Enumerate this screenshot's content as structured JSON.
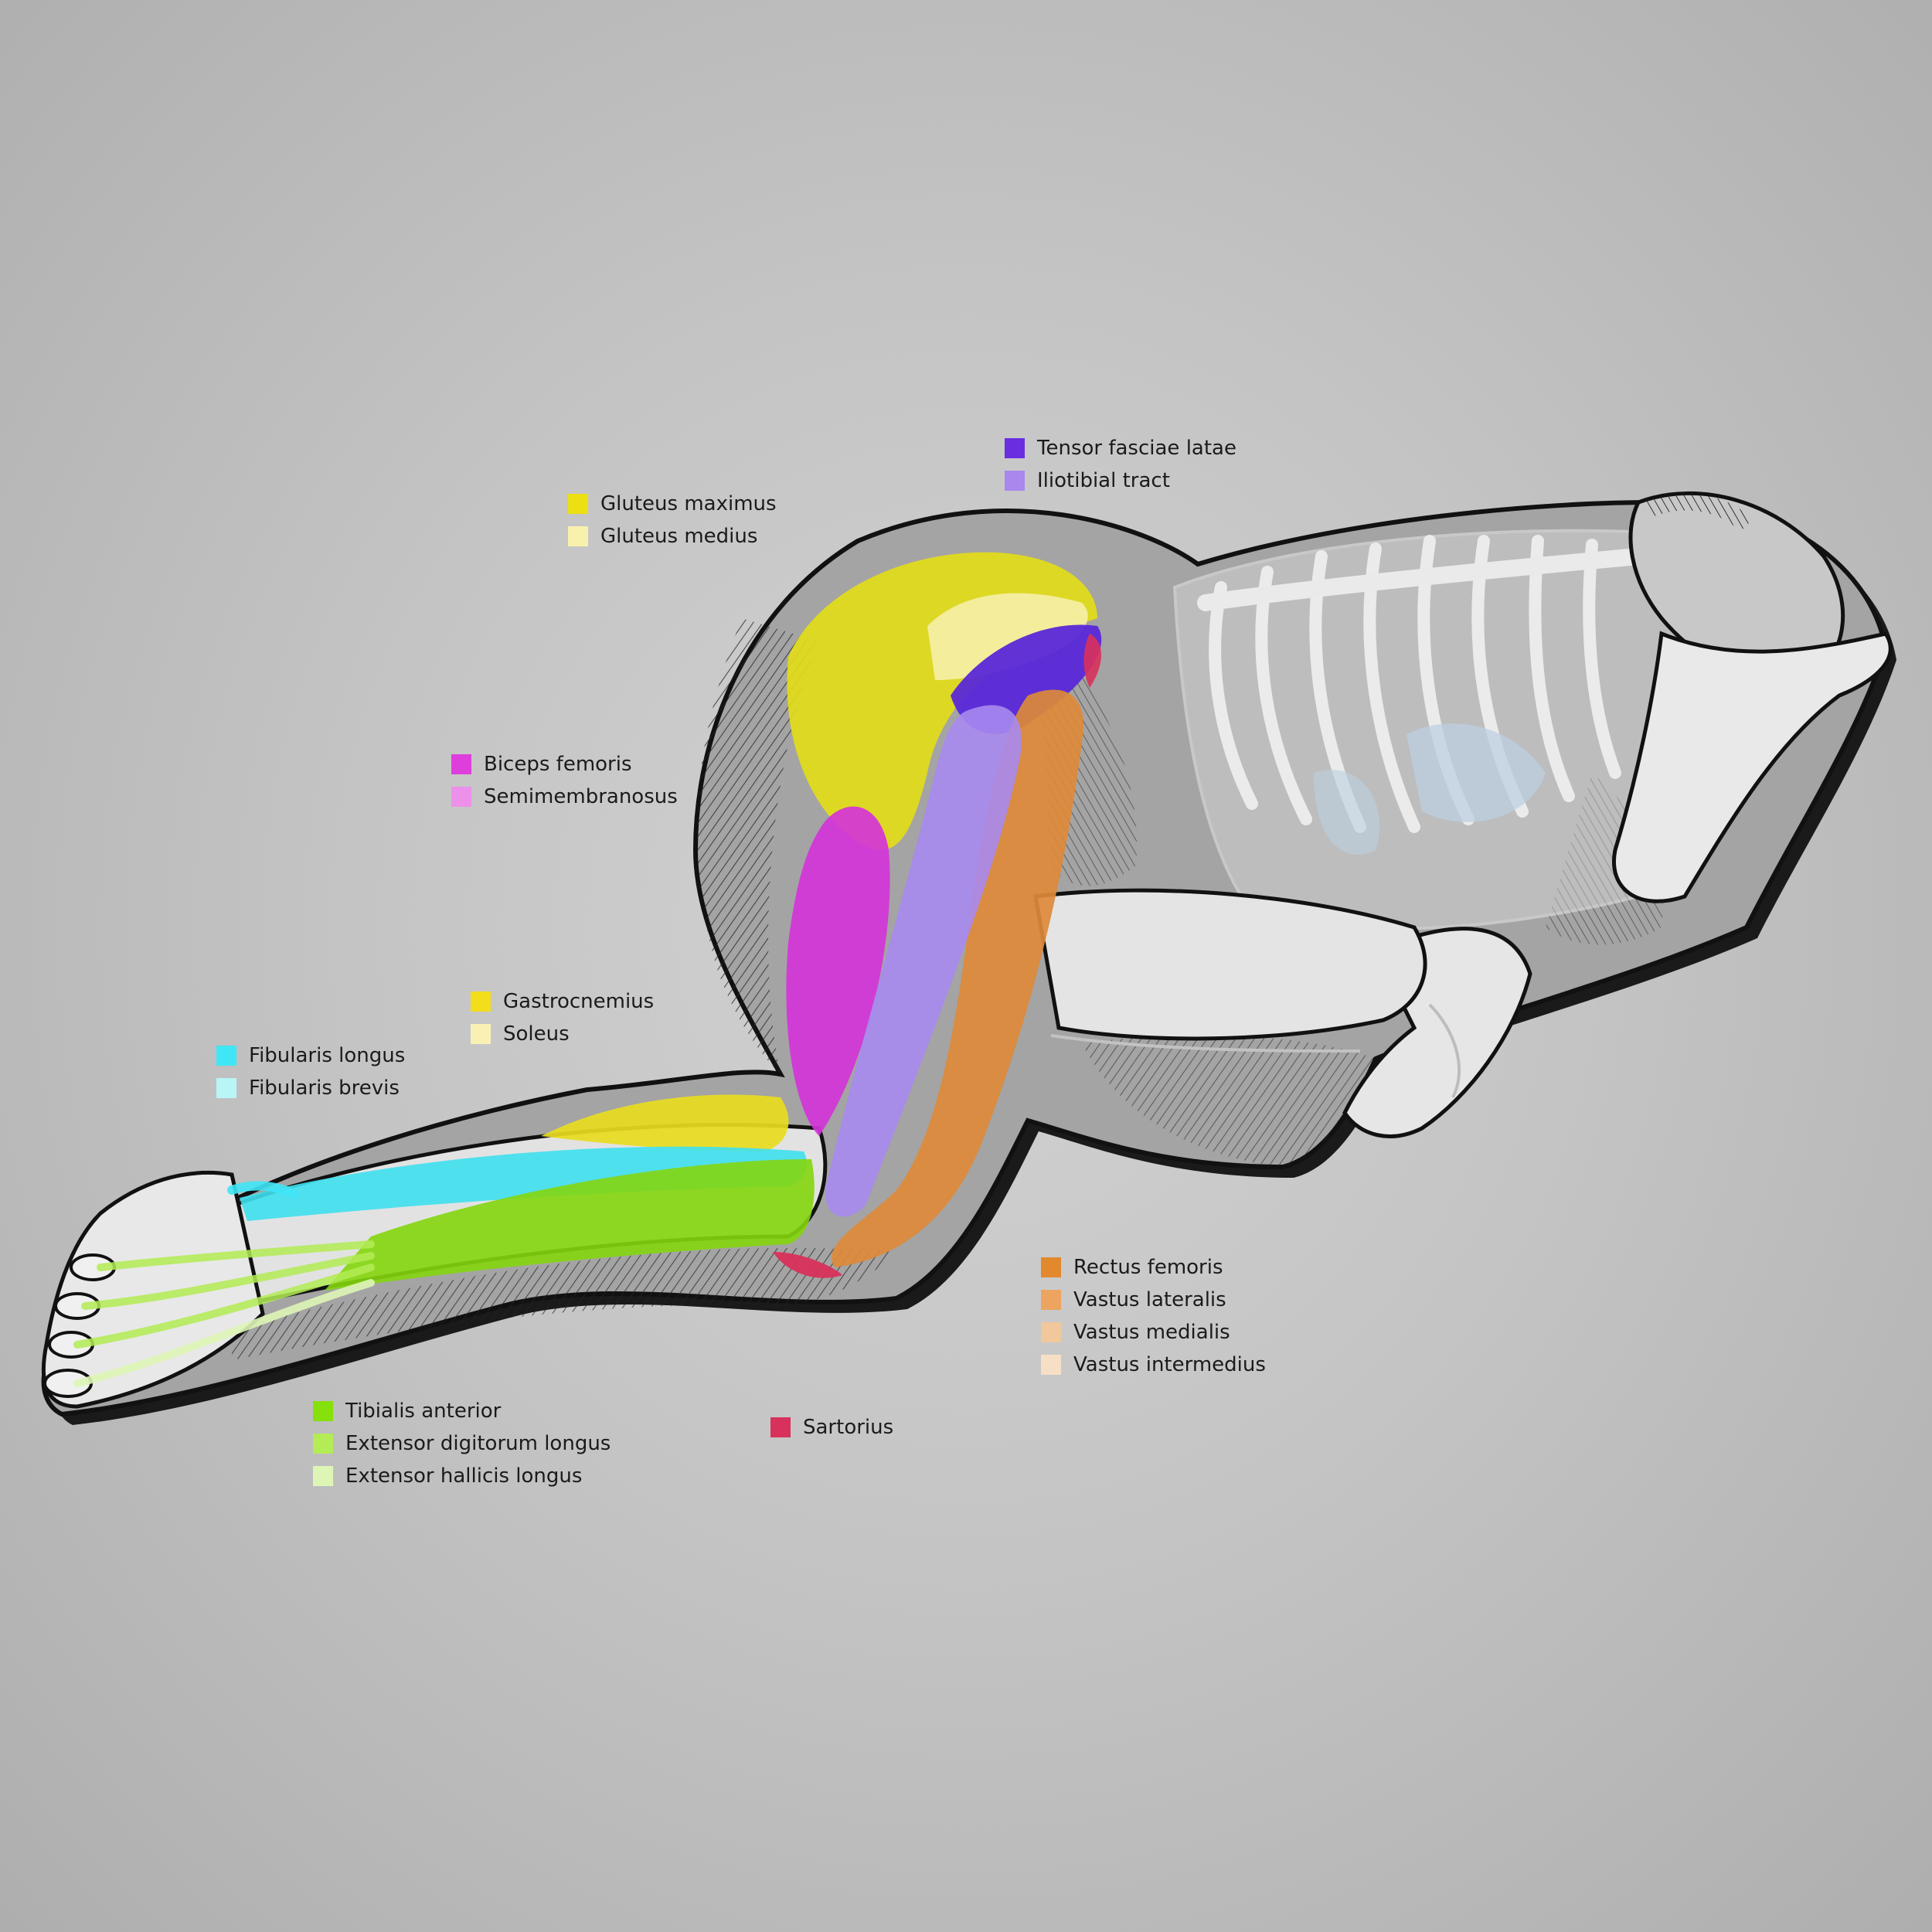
{
  "colors": {
    "background": "#c4c4c4",
    "outline": "#111111",
    "body_shadow": "#7c7c7c",
    "body_fill": "#a9a9a9",
    "bone": "#eeeeee",
    "organ_blue": "#bcd0e0"
  },
  "legend_groups": [
    {
      "id": "tfl",
      "items": [
        {
          "label": "Tensor fasciae latae",
          "color": "#6a2ee0"
        },
        {
          "label": "Iliotibial tract",
          "color": "#a987ec"
        }
      ]
    },
    {
      "id": "gluteus",
      "items": [
        {
          "label": "Gluteus maximus",
          "color": "#ece012"
        },
        {
          "label": "Gluteus medius",
          "color": "#f8f1ac"
        }
      ]
    },
    {
      "id": "hamstrings",
      "items": [
        {
          "label": "Biceps femoris",
          "color": "#de3edc"
        },
        {
          "label": "Semimembranosus",
          "color": "#ec90ea"
        }
      ]
    },
    {
      "id": "calf",
      "items": [
        {
          "label": "Gastrocnemius",
          "color": "#f2de1a"
        },
        {
          "label": "Soleus",
          "color": "#f9f1b4"
        }
      ]
    },
    {
      "id": "fibularis",
      "items": [
        {
          "label": "Fibularis longus",
          "color": "#3fe6f6"
        },
        {
          "label": "Fibularis brevis",
          "color": "#b9f5f7"
        }
      ]
    },
    {
      "id": "quadriceps",
      "items": [
        {
          "label": "Rectus femoris",
          "color": "#e2892e"
        },
        {
          "label": "Vastus lateralis",
          "color": "#eca460"
        },
        {
          "label": "Vastus medialis",
          "color": "#f1c79c"
        },
        {
          "label": "Vastus intermedius",
          "color": "#f7dfc6"
        }
      ]
    },
    {
      "id": "anterior-leg",
      "items": [
        {
          "label": "Tibialis anterior",
          "color": "#86e00c"
        },
        {
          "label": "Extensor digitorum longus",
          "color": "#b3ec54"
        },
        {
          "label": "Extensor hallicis longus",
          "color": "#def5b6"
        }
      ]
    },
    {
      "id": "sartorius",
      "items": [
        {
          "label": "Sartorius",
          "color": "#d8315b"
        }
      ]
    }
  ]
}
